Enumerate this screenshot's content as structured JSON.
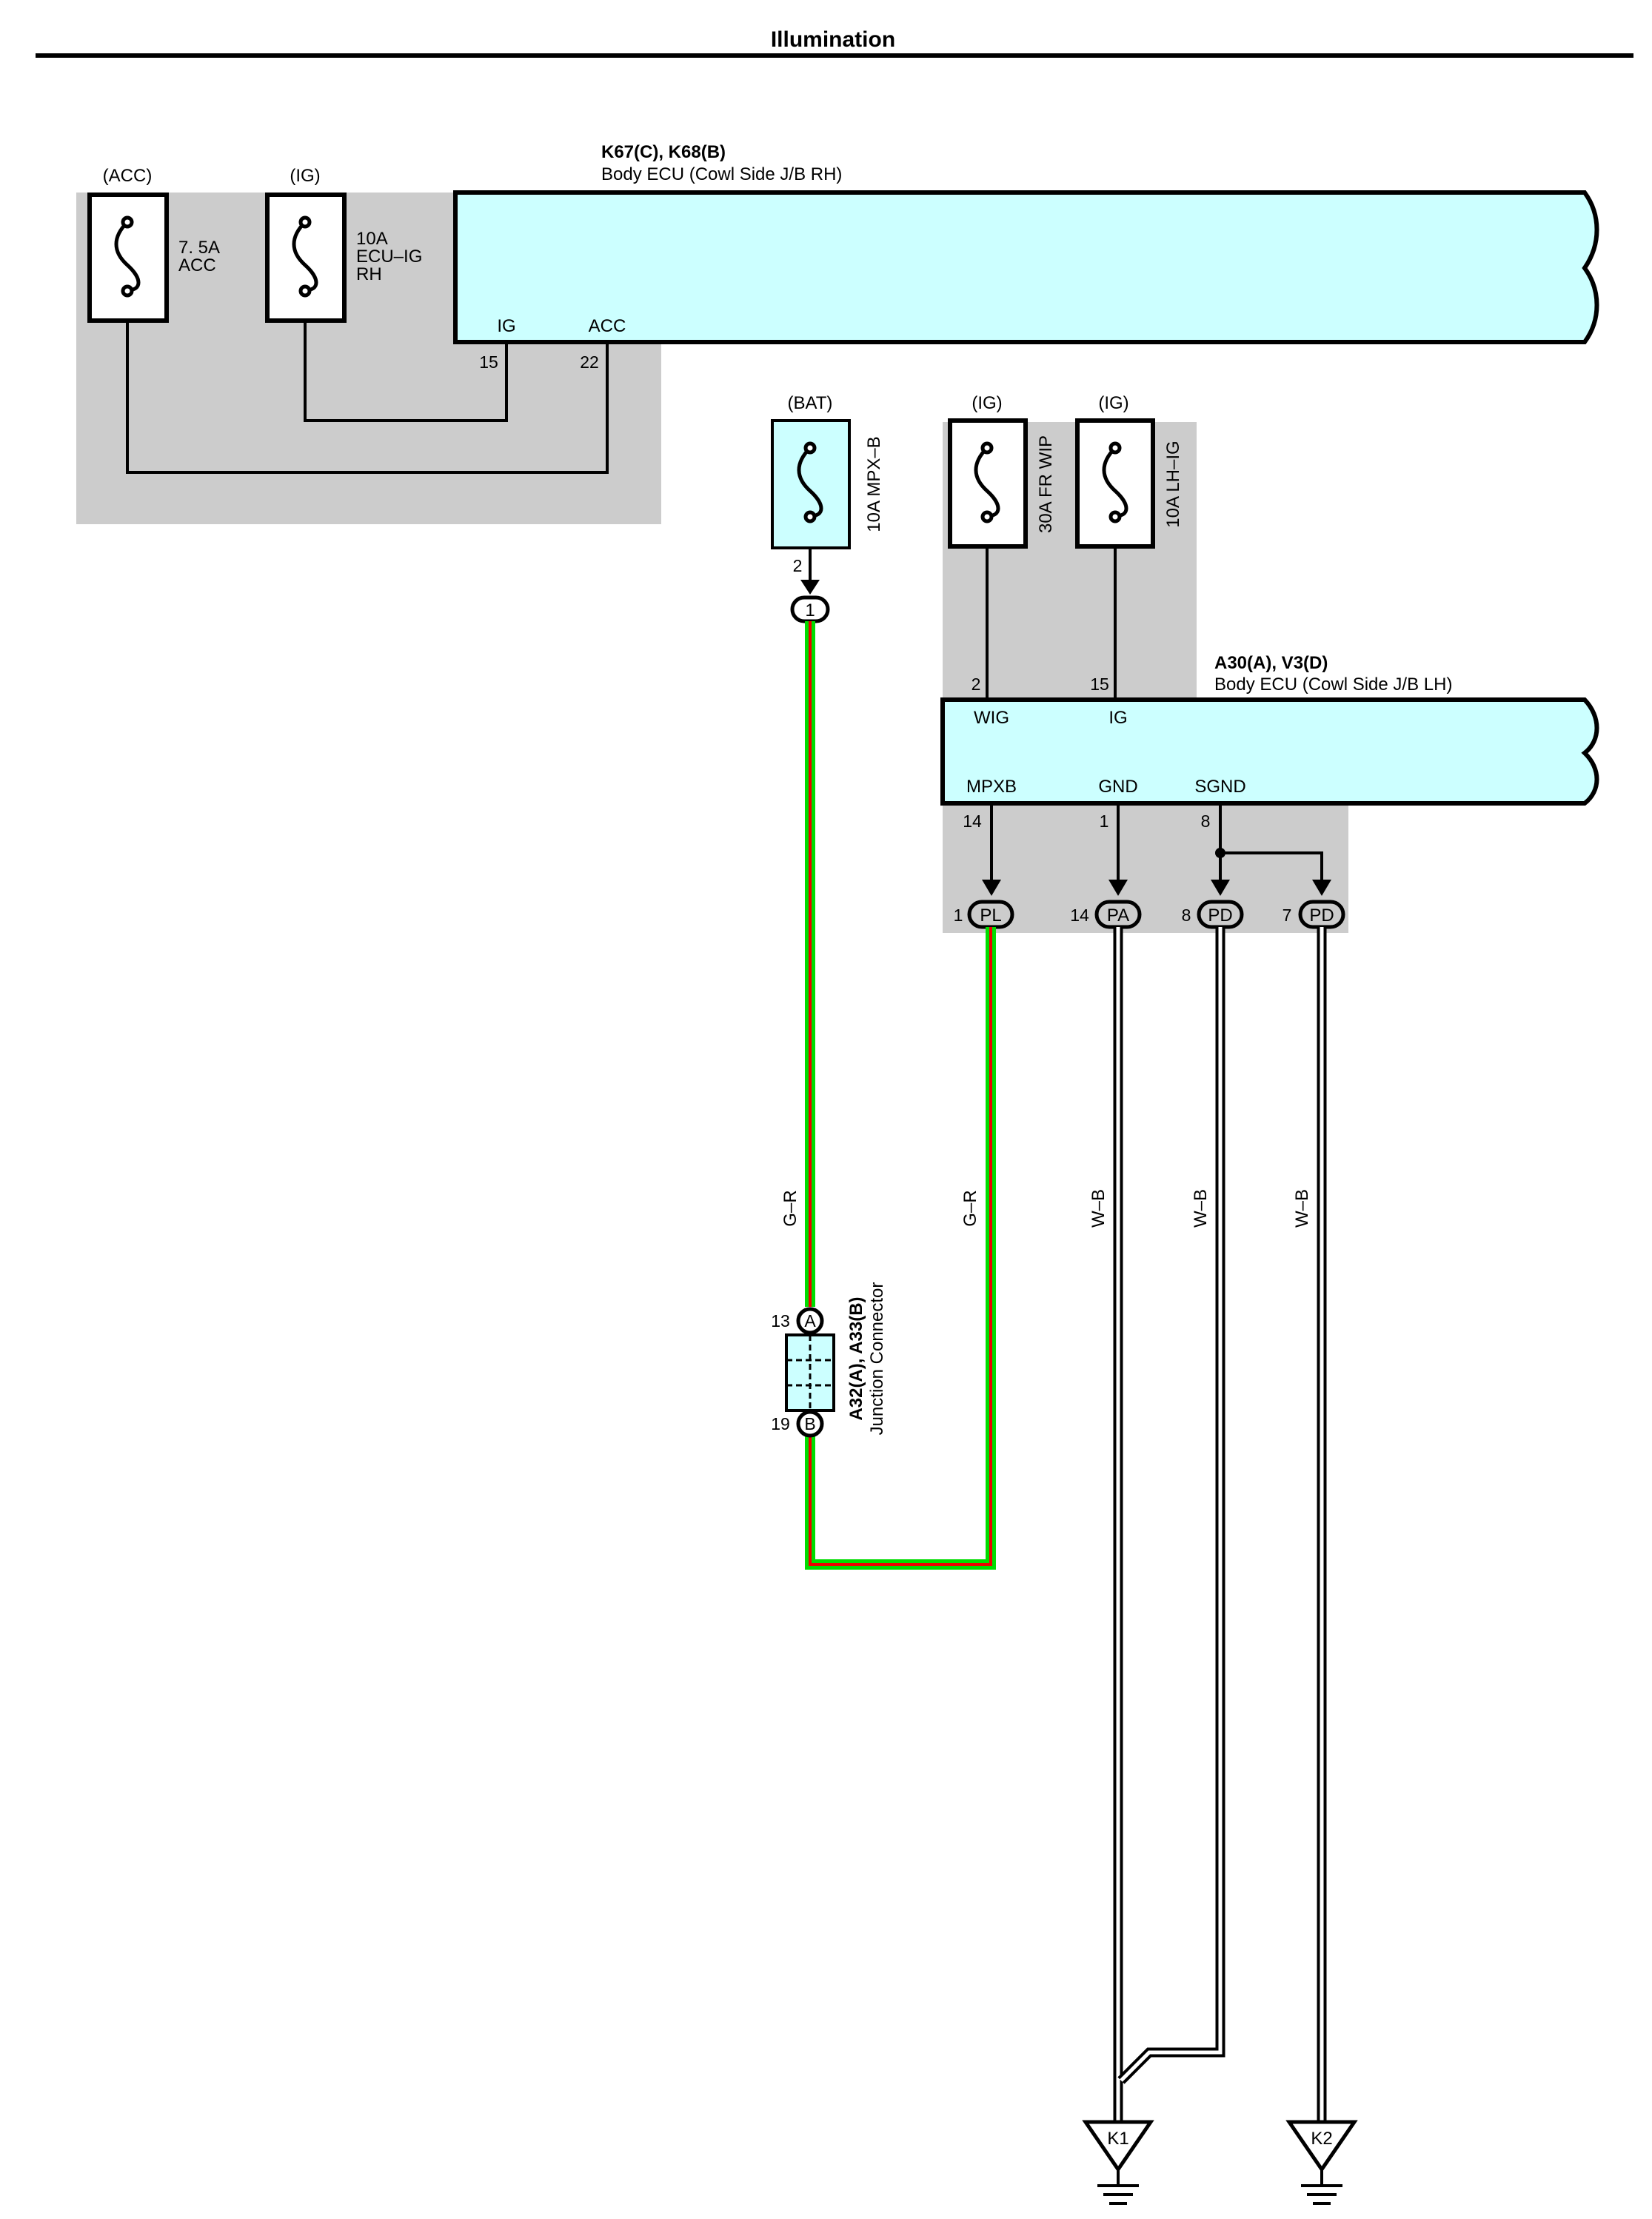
{
  "title": "Illumination",
  "ecu_rh": {
    "connectors": "K67(C), K68(B)",
    "name": "Body ECU (Cowl Side J/B RH)",
    "pin_ig_label": "IG",
    "pin_acc_label": "ACC",
    "pin_ig_no": "15",
    "pin_acc_no": "22"
  },
  "ecu_lh": {
    "connectors": "A30(A), V3(D)",
    "name": "Body ECU (Cowl Side J/B LH)",
    "pin_wig_label": "WIG",
    "pin_ig_label": "IG",
    "pin_mpxb_label": "MPXB",
    "pin_gnd_label": "GND",
    "pin_sgnd_label": "SGND",
    "pin_wig_no": "2",
    "pin_ig_no": "15",
    "pin_mpxb_no": "14",
    "pin_gnd_no": "1",
    "pin_sgnd_no": "8"
  },
  "fuses": {
    "acc": {
      "supply": "(ACC)",
      "line1": "7. 5A",
      "line2": "ACC"
    },
    "ig": {
      "supply": "(IG)",
      "line1": "10A",
      "line2": "ECU–IG",
      "line3": "RH"
    },
    "mpxb": {
      "supply": "(BAT)",
      "label": "10A MPX–B",
      "pin": "2",
      "connector": "1"
    },
    "frwip": {
      "supply": "(IG)",
      "label": "30A FR WIP"
    },
    "lhig": {
      "supply": "(IG)",
      "label": "10A LH–IG"
    }
  },
  "harness_connectors": [
    {
      "pin": "1",
      "code": "PL"
    },
    {
      "pin": "14",
      "code": "PA"
    },
    {
      "pin": "8",
      "code": "PD"
    },
    {
      "pin": "7",
      "code": "PD"
    }
  ],
  "wire_colors": {
    "gr_left": "G–R",
    "gr_right": "G–R",
    "wb1": "W–B",
    "wb2": "W–B",
    "wb3": "W–B"
  },
  "junction": {
    "label1": "A32(A), A33(B)",
    "label2": "Junction Connector",
    "pin_a_no": "13",
    "pin_a": "A",
    "pin_b_no": "19",
    "pin_b": "B"
  },
  "grounds": {
    "k1": "K1",
    "k2": "K2"
  },
  "colors": {
    "ecu_fill": "#ccffff",
    "grey_box": "#cccccc",
    "wire_green": "#00dd00",
    "wire_red": "#ee0000"
  }
}
